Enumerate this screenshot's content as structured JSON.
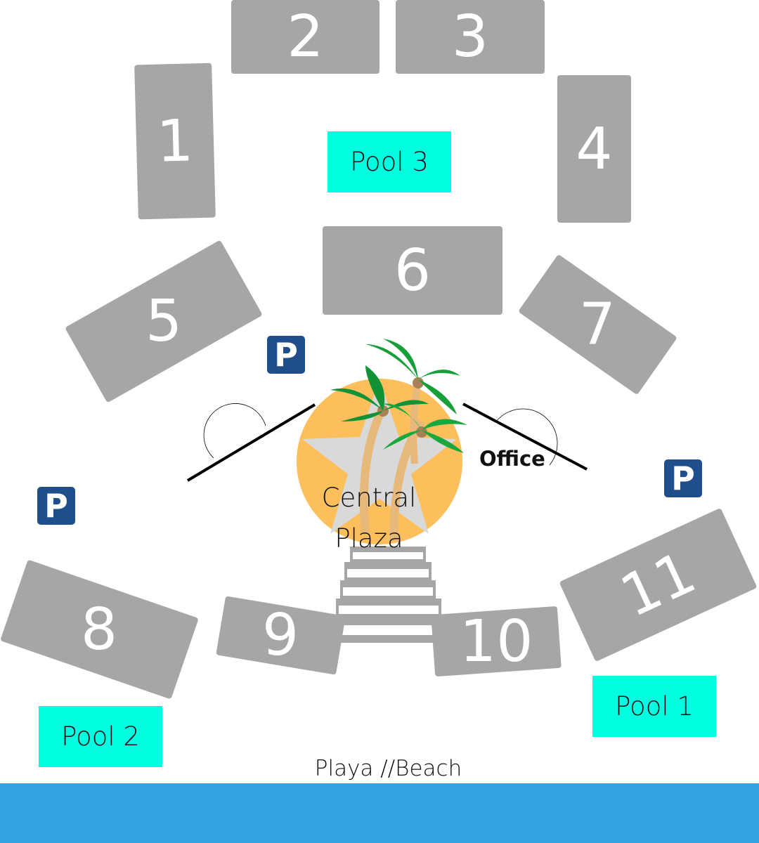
{
  "buildings": [
    {
      "id": "b1",
      "label": "1"
    },
    {
      "id": "b2",
      "label": "2"
    },
    {
      "id": "b3",
      "label": "3"
    },
    {
      "id": "b4",
      "label": "4"
    },
    {
      "id": "b5",
      "label": "5"
    },
    {
      "id": "b6",
      "label": "6"
    },
    {
      "id": "b7",
      "label": "7"
    },
    {
      "id": "b8",
      "label": "8"
    },
    {
      "id": "b9",
      "label": "9"
    },
    {
      "id": "b10",
      "label": "10"
    },
    {
      "id": "b11",
      "label": "11"
    }
  ],
  "pools": {
    "pool1": "Pool 1",
    "pool2": "Pool 2",
    "pool3": "Pool 3"
  },
  "parking_label": "P",
  "plaza": {
    "line1": "Central",
    "line2": "Plaza"
  },
  "office": "Office",
  "beach": "Playa //Beach",
  "colors": {
    "building": "#a6a6a6",
    "pool": "#00ffe1",
    "parking": "#1f4e8c",
    "beach": "#33a3e0",
    "plaza": "#fdbf5c"
  }
}
